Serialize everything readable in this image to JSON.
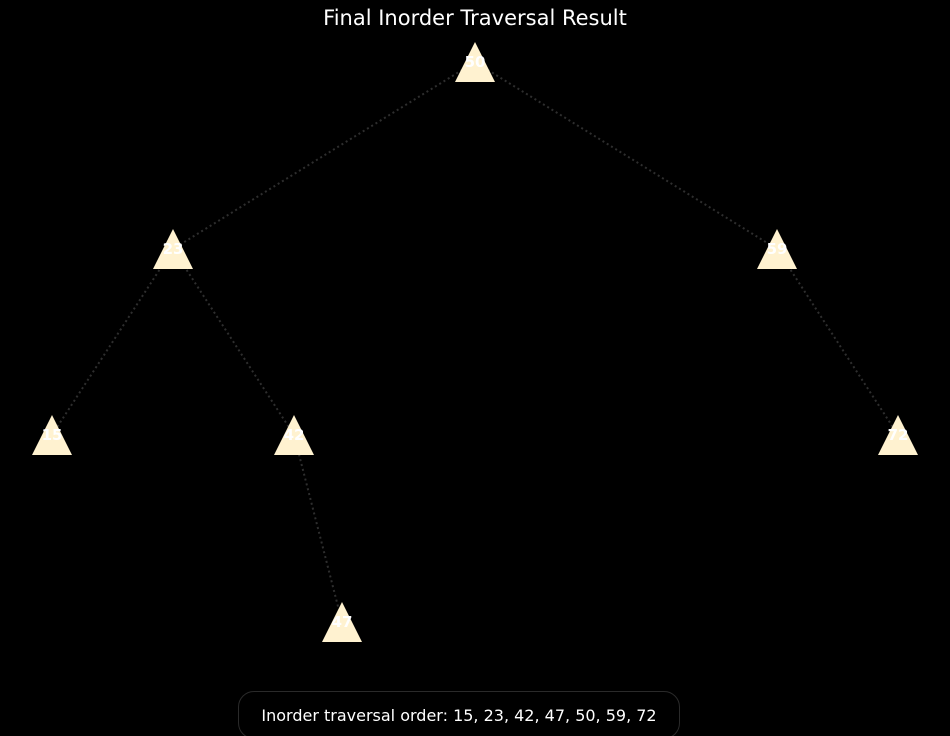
{
  "title": "Final Inorder Traversal Result",
  "caption": "Inorder traversal order: 15, 23, 42, 47, 50, 59, 72",
  "colors": {
    "background": "#000000",
    "node_fill": "#fff2d0",
    "edge": "#2e2e2e",
    "text": "#ffffff"
  },
  "tree": {
    "nodes": [
      {
        "id": "n50",
        "label": "50"
      },
      {
        "id": "n23",
        "label": "23"
      },
      {
        "id": "n59",
        "label": "59"
      },
      {
        "id": "n15",
        "label": "15"
      },
      {
        "id": "n42",
        "label": "42"
      },
      {
        "id": "n72",
        "label": "72"
      },
      {
        "id": "n47",
        "label": "47"
      }
    ],
    "edges": [
      {
        "from": "n50",
        "to": "n23"
      },
      {
        "from": "n50",
        "to": "n59"
      },
      {
        "from": "n23",
        "to": "n15"
      },
      {
        "from": "n23",
        "to": "n42"
      },
      {
        "from": "n59",
        "to": "n72"
      },
      {
        "from": "n42",
        "to": "n47"
      }
    ]
  }
}
